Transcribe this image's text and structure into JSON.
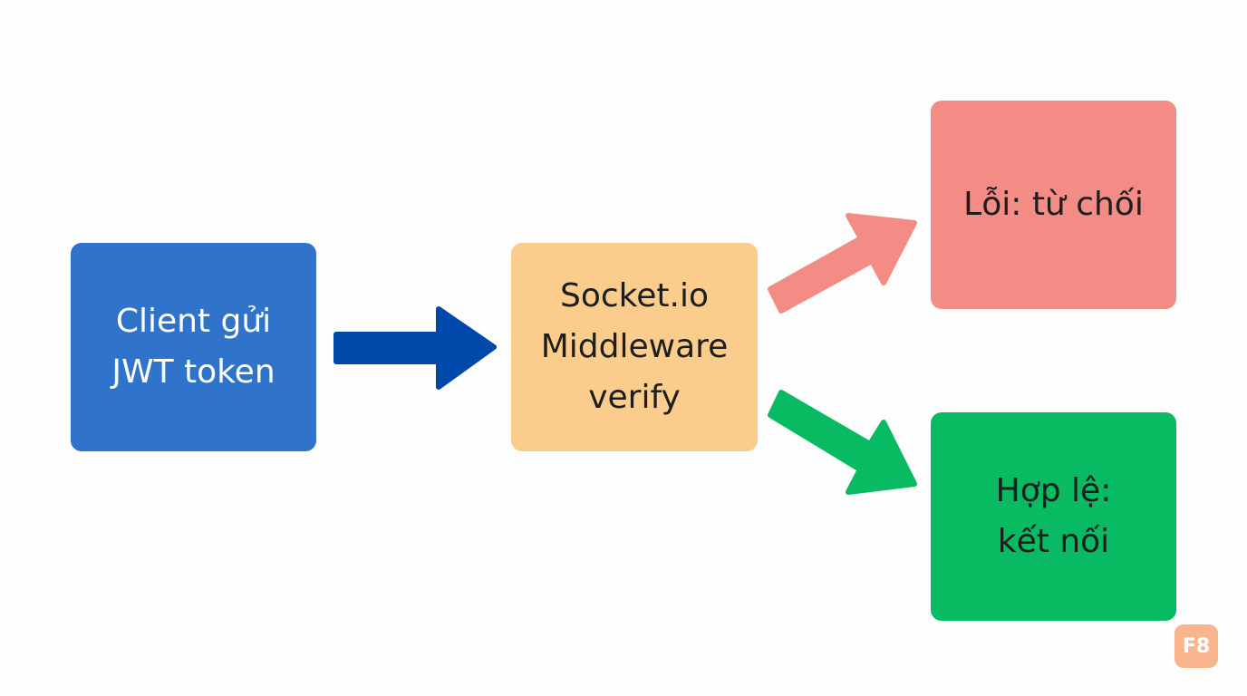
{
  "diagram": {
    "nodes": {
      "client": {
        "lines": [
          "Client gửi",
          "JWT token"
        ],
        "color": "#2f73cb"
      },
      "middleware": {
        "lines": [
          "Socket.io",
          "Middleware",
          "verify"
        ],
        "color": "#fbcd8c"
      },
      "error": {
        "lines": [
          "Lỗi: từ chối"
        ],
        "color": "#f28c85"
      },
      "success": {
        "lines": [
          "Hợp lệ:",
          "kết nối"
        ],
        "color": "#08ba62"
      }
    },
    "edges": [
      {
        "from": "client",
        "to": "middleware",
        "color": "#0048aa"
      },
      {
        "from": "middleware",
        "to": "error",
        "color": "#f28c85"
      },
      {
        "from": "middleware",
        "to": "success",
        "color": "#08ba62"
      }
    ]
  },
  "logo": {
    "text": "F8",
    "color": "#f9b68e"
  }
}
